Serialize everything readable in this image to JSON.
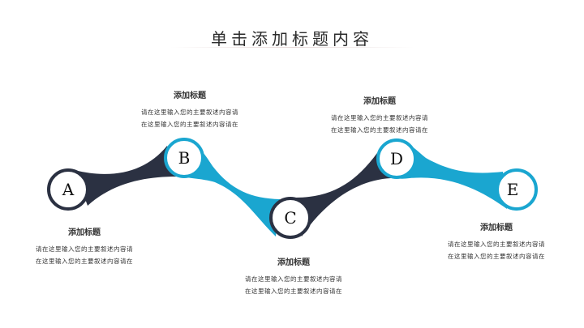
{
  "title": "单击添加标题内容",
  "colors": {
    "dark": "#2b3142",
    "cyan": "#1aa6d0"
  },
  "nodes": [
    {
      "label": "A",
      "heading": "添加标题",
      "line1": "请在这里输入您的主要叙述内容请",
      "line2": "在这里输入您的主要叙述内容请在"
    },
    {
      "label": "B",
      "heading": "添加标题",
      "line1": "请在这里输入您的主要叙述内容请",
      "line2": "在这里输入您的主要叙述内容请在"
    },
    {
      "label": "C",
      "heading": "添加标题",
      "line1": "请在这里输入您的主要叙述内容请",
      "line2": "在这里输入您的主要叙述内容请在"
    },
    {
      "label": "D",
      "heading": "添加标题",
      "line1": "请在这里输入您的主要叙述内容请",
      "line2": "在这里输入您的主要叙述内容请在"
    },
    {
      "label": "E",
      "heading": "添加标题",
      "line1": "请在这里输入您的主要叙述内容请",
      "line2": "在这里输入您的主要叙述内容请在"
    }
  ]
}
